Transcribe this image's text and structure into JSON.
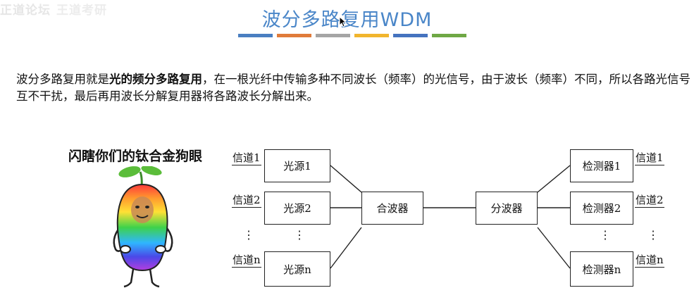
{
  "watermark": {
    "part1": "正道论坛",
    "part2": "王道考研"
  },
  "slide": {
    "title": "波分多路复用WDM",
    "stripe_colors": [
      "#4a7fc1",
      "#e07b3a",
      "#a5a5a5",
      "#f1b52e",
      "#4573bf",
      "#6fa845"
    ]
  },
  "paragraph": {
    "before": "波分多路复用就是",
    "bold": "光的频分多路复用",
    "after": "，在一根光纤中传输多种不同波长（频率）的光信号，由于波长（频率）不同，所以各路光信号互不干扰，最后再用波长分解复用器将各路波长分解出来。"
  },
  "meme": {
    "caption": "闪瞎你们的钛合金狗眼"
  },
  "diagram": {
    "channels_left": [
      "信道1",
      "信道2",
      "信道n"
    ],
    "sources": [
      "光源1",
      "光源2",
      "光源n"
    ],
    "mux": "合波器",
    "demux": "分波器",
    "detectors": [
      "检测器1",
      "检测器2",
      "检测器n"
    ],
    "channels_right": [
      "信道1",
      "信道2",
      "信道n"
    ],
    "ellipsis": "⋮"
  }
}
